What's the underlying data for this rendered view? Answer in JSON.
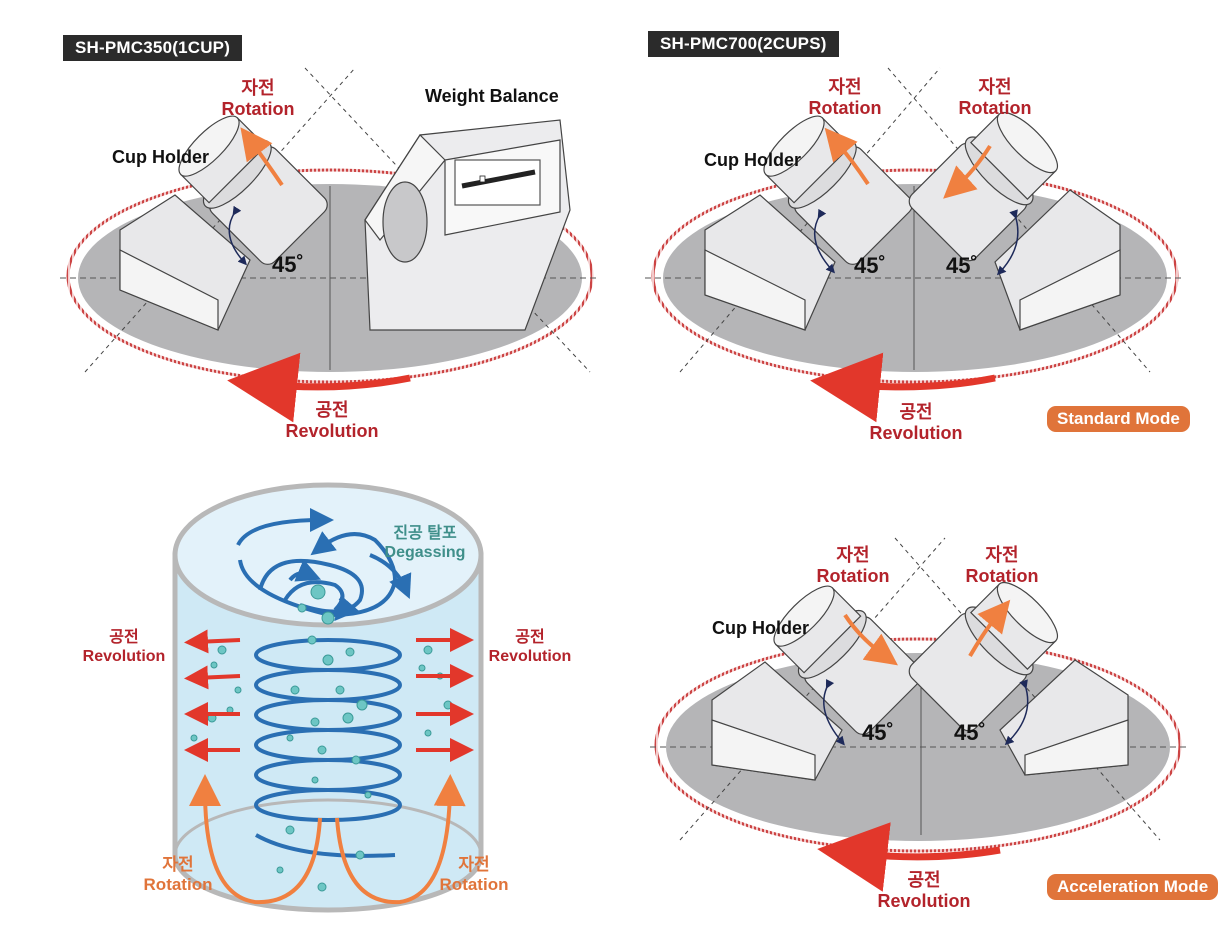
{
  "panels": {
    "single": {
      "model": "SH-PMC350(1CUP)",
      "rotation_ko": "자전",
      "rotation_en": "Rotation",
      "cup_holder": "Cup Holder",
      "weight_balance": "Weight Balance",
      "angle": "45˚",
      "revolution_ko": "공전",
      "revolution_en": "Revolution"
    },
    "dual_standard": {
      "model": "SH-PMC700(2CUPS)",
      "rotation_left_ko": "자전",
      "rotation_left_en": "Rotation",
      "rotation_right_ko": "자전",
      "rotation_right_en": "Rotation",
      "cup_holder": "Cup Holder",
      "angle_left": "45˚",
      "angle_right": "45˚",
      "revolution_ko": "공전",
      "revolution_en": "Revolution",
      "mode": "Standard Mode"
    },
    "degassing": {
      "degassing_ko": "진공 탈포",
      "degassing_en": "Degassing",
      "revolution_left_ko": "공전",
      "revolution_left_en": "Revolution",
      "revolution_right_ko": "공전",
      "revolution_right_en": "Revolution",
      "rotation_left_ko": "자전",
      "rotation_left_en": "Rotation",
      "rotation_right_ko": "자전",
      "rotation_right_en": "Rotation"
    },
    "dual_accel": {
      "rotation_left_ko": "자전",
      "rotation_left_en": "Rotation",
      "rotation_right_ko": "자전",
      "rotation_right_en": "Rotation",
      "cup_holder": "Cup Holder",
      "angle_left": "45˚",
      "angle_right": "45˚",
      "revolution_ko": "공전",
      "revolution_en": "Revolution",
      "mode": "Acceleration Mode"
    }
  },
  "colors": {
    "red": "#b3232b",
    "arrow_red": "#e2372b",
    "orange": "#e0743a",
    "teal": "#3f8f8a",
    "platform": "#b5b5b7",
    "cylinder_fill": "#cfe9f5",
    "spiral_blue": "#2a6fb3"
  }
}
